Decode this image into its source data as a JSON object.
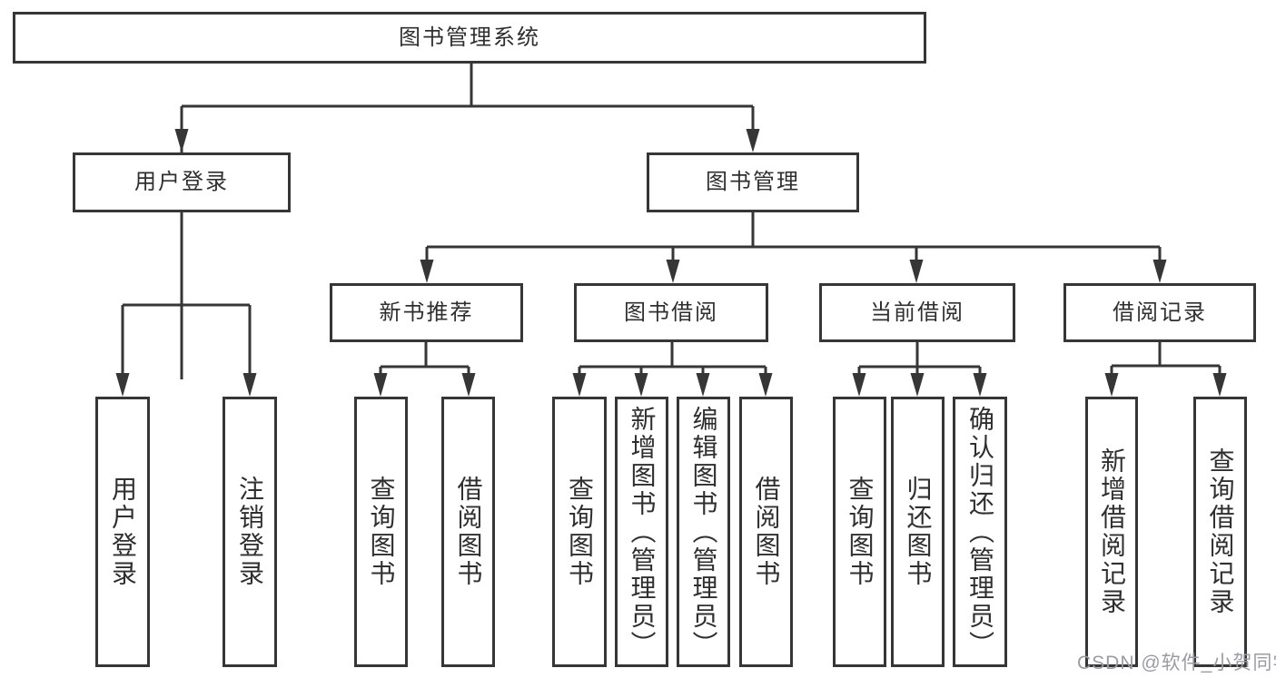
{
  "diagram_title": "图书管理系统",
  "tree": {
    "root": {
      "label": "图书管理系统"
    },
    "branches": [
      {
        "label": "用户登录"
      },
      {
        "label": "图书管理"
      }
    ],
    "groups": [
      {
        "label": "新书推荐",
        "parent": "图书管理"
      },
      {
        "label": "图书借阅",
        "parent": "图书管理"
      },
      {
        "label": "当前借阅",
        "parent": "图书管理"
      },
      {
        "label": "借阅记录",
        "parent": "图书管理"
      }
    ],
    "leaves": [
      {
        "label": "用户登录",
        "parent": "用户登录"
      },
      {
        "label": "注销登录",
        "parent": "用户登录"
      },
      {
        "label": "查询图书",
        "parent": "新书推荐"
      },
      {
        "label": "借阅图书",
        "parent": "新书推荐"
      },
      {
        "label": "查询图书",
        "parent": "图书借阅"
      },
      {
        "label": "新增图书（管理员）",
        "parent": "图书借阅"
      },
      {
        "label": "编辑图书（管理员）",
        "parent": "图书借阅"
      },
      {
        "label": "借阅图书",
        "parent": "图书借阅"
      },
      {
        "label": "查询图书",
        "parent": "当前借阅"
      },
      {
        "label": "归还图书",
        "parent": "当前借阅"
      },
      {
        "label": "确认归还（管理员）",
        "parent": "当前借阅"
      },
      {
        "label": "新增借阅记录",
        "parent": "借阅记录"
      },
      {
        "label": "查询借阅记录",
        "parent": "借阅记录"
      }
    ]
  },
  "watermark": "CSDN @软件_小贺同学",
  "colors": {
    "line": "#363636",
    "text": "#2f2f2f",
    "background": "#ffffff",
    "watermark": "#9b9ba3"
  }
}
